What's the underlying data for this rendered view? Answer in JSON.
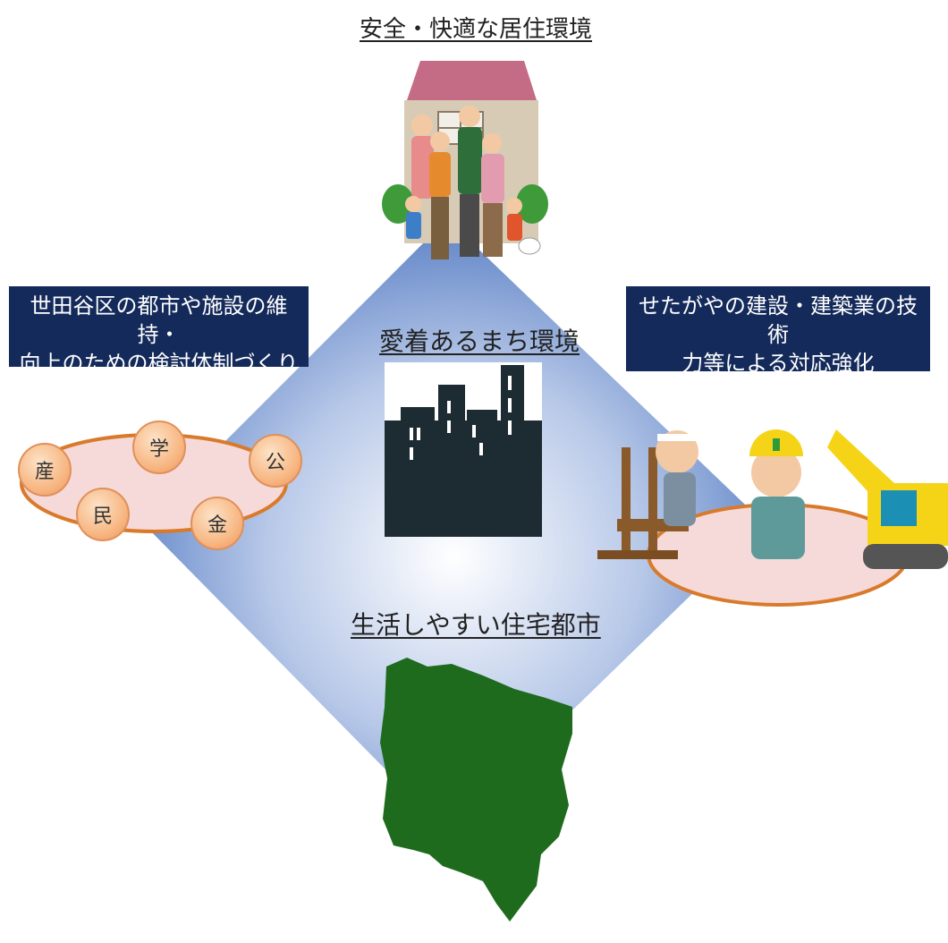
{
  "titles": {
    "top": "安全・快適な居住環境",
    "center": "愛着あるまち環境",
    "bottom": "生活しやすい住宅都市"
  },
  "left_box": {
    "line1": "世田谷区の都市や施設の維持・",
    "line2": "向上のための検討体制づくり"
  },
  "right_box": {
    "line1": "せたがやの建設・建築業の技術",
    "line2": "力等による対応強化"
  },
  "stakeholders": [
    "産",
    "学",
    "公",
    "民",
    "金"
  ],
  "colors": {
    "diamond": "#7a9bd4",
    "navy_box": "#142a5a",
    "map_green": "#1e6b1e",
    "city_dark": "#1d2b33",
    "ellipse_fill": "#f6dada",
    "ellipse_stroke": "#d97a2b",
    "circle_fill": "#f7b884"
  }
}
